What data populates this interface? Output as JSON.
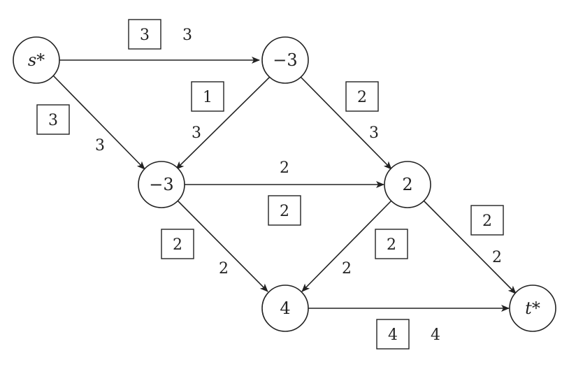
{
  "diagram": {
    "nodes": {
      "s": {
        "label": "s*"
      },
      "a": {
        "label": "−3"
      },
      "b": {
        "label": "−3"
      },
      "c": {
        "label": "2"
      },
      "d": {
        "label": "4"
      },
      "t": {
        "label": "t*"
      }
    },
    "edges": {
      "s_a": {
        "box": "3",
        "label": "3"
      },
      "s_b": {
        "box": "3",
        "label": "3"
      },
      "a_b": {
        "box": "1",
        "label": "3"
      },
      "a_c": {
        "box": "2",
        "label": "3"
      },
      "b_c": {
        "box": "2",
        "label": "2"
      },
      "b_d": {
        "box": "2",
        "label": "2"
      },
      "c_d": {
        "box": "2",
        "label": "2"
      },
      "c_t": {
        "box": "2",
        "label": "2"
      },
      "d_t": {
        "box": "4",
        "label": "4"
      }
    }
  }
}
